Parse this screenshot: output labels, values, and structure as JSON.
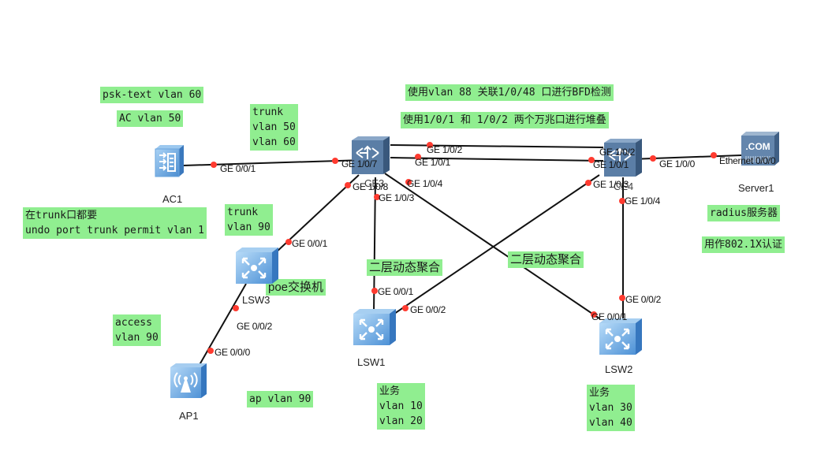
{
  "devices": {
    "ac1": {
      "label": "AC1",
      "icon": "access-controller-icon"
    },
    "ce3": {
      "label": "CE3",
      "icon": "ce-switch-icon"
    },
    "ce4": {
      "label": "CE4",
      "icon": "ce-switch-icon"
    },
    "server1": {
      "label": "Server1",
      "icon": "server-icon",
      "badge": ".COM"
    },
    "lsw3": {
      "label": "LSW3",
      "icon": "l3-switch-icon"
    },
    "lsw1": {
      "label": "LSW1",
      "icon": "l3-switch-icon"
    },
    "lsw2": {
      "label": "LSW2",
      "icon": "l3-switch-icon"
    },
    "ap1": {
      "label": "AP1",
      "icon": "access-point-icon"
    }
  },
  "ports": {
    "ac1_ge001": "GE 0/0/1",
    "ce3_ge107": "GE 1/0/7",
    "ce3_ge102": "GE 1/0/2",
    "ce3_ge101": "GE 1/0/1",
    "ce3_ge108": "GE 1/0/8",
    "ce3_ge104": "GE 1/0/4",
    "ce3_ge103": "GE 1/0/3",
    "ce4_ge102": "GE 1/0/2",
    "ce4_ge101": "GE 1/0/1",
    "ce4_ge103": "GE 1/0/3",
    "ce4_ge104": "GE 1/0/4",
    "ce4_ge100": "GE 1/0/0",
    "server_eth": "Ethernet 0/0/0",
    "lsw3_ge001": "GE 0/0/1",
    "lsw3_ge002": "GE 0/0/2",
    "ap1_ge000": "GE 0/0/0",
    "lsw1_ge001": "GE 0/0/1",
    "lsw1_ge002": "GE 0/0/2",
    "lsw2_ge001": "GE 0/0/1",
    "lsw2_ge002": "GE 0/0/2"
  },
  "notes": {
    "psk": "psk-text vlan 60",
    "ac_vlan": "AC vlan 50",
    "trunk_ac": "trunk\nvlan 50\nvlan 60",
    "bfd": "使用vlan 88 关联1/0/48 口进行BFD检测",
    "stack": "使用1/0/1 和 1/0/2 两个万兆口进行堆叠",
    "radius": "radius服务器",
    "dot1x": "用作802.1X认证",
    "trunk_undo": "在trunk口都要\nundo port trunk permit vlan 1",
    "trunk_lsw3": "trunk\nvlan 90",
    "poe": "poe交换机",
    "access": "access\nvlan 90",
    "ap_vlan": "ap vlan 90",
    "l2_agg_left": "二层动态聚合",
    "l2_agg_right": "二层动态聚合",
    "biz_lsw1": "业务\nvlan 10\nvlan 20",
    "biz_lsw2": "业务\nvlan 30\nvlan 40"
  },
  "colors": {
    "note_bg": "#90ee90",
    "port_dot": "#ff3b30",
    "link": "#111111",
    "device_blue": "#5b9bd5",
    "ce_dark": "#4f6f94"
  }
}
